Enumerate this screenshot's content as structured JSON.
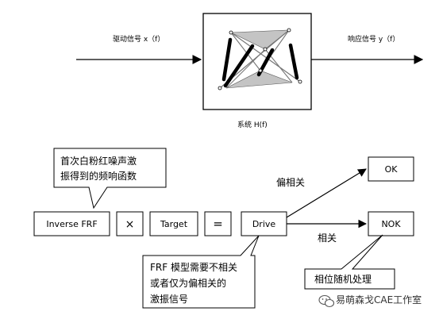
{
  "top": {
    "input_label": "驱动信号  x（f）",
    "output_label": "响应信号 y（f）",
    "system_label": "系统  H(f)"
  },
  "bottom": {
    "inverse_frf": "Inverse FRF",
    "times": "×",
    "target": "Target",
    "equals": "=",
    "drive": "Drive",
    "ok": "OK",
    "nok": "NOK",
    "partial_corr": "偏相关",
    "corr": "相关"
  },
  "callouts": {
    "top_left": [
      "首次白粉红噪声激",
      "振得到的频响函数"
    ],
    "bottom_left": [
      "FRF 模型需要不相关",
      "或者仅为偏相关的",
      "激振信号"
    ],
    "right": "相位随机处理"
  },
  "watermark": "易萌森戈CAE工作室",
  "colors": {
    "line": "#000000",
    "mesh_fill": "#bdbdbd",
    "beam": "#000000"
  }
}
